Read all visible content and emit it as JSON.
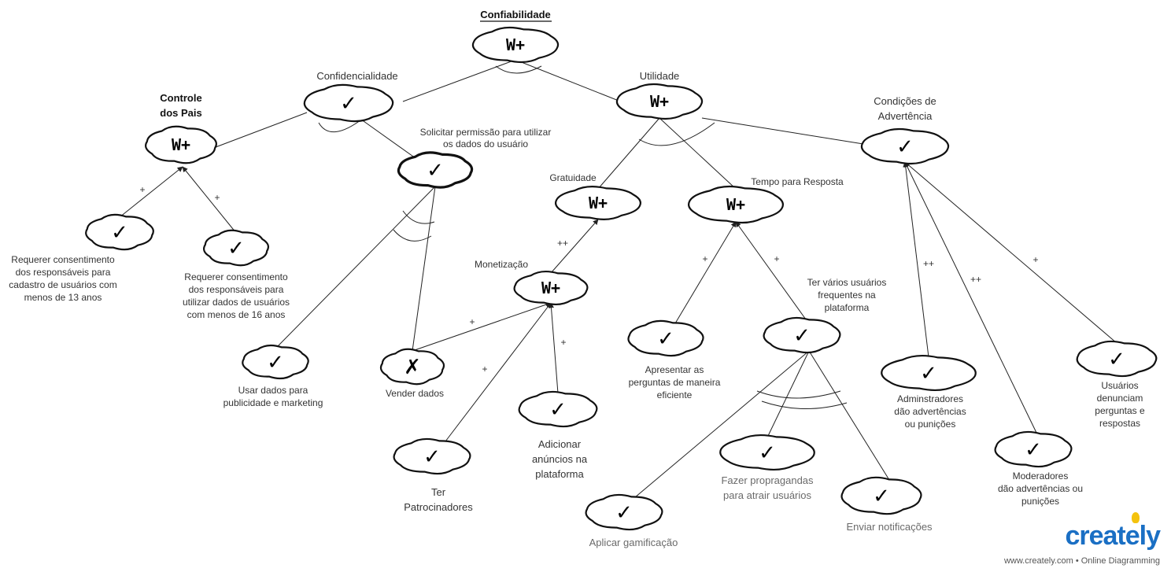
{
  "diagram": {
    "title": "Confiabilidade",
    "marks": {
      "satisfied": "✓",
      "denied": "✗",
      "weak_positive": "W+"
    },
    "nodes": [
      {
        "id": "confiabilidade",
        "mark": "weak_positive",
        "label": []
      },
      {
        "id": "confidencialidade",
        "mark": "satisfied",
        "label": [
          "Confidencialidade"
        ]
      },
      {
        "id": "utilidade",
        "mark": "weak_positive",
        "label": [
          "Utilidade"
        ]
      },
      {
        "id": "controle-pais",
        "mark": "weak_positive",
        "label": [
          "Controle",
          "dos Pais"
        ],
        "bold": true
      },
      {
        "id": "solicitar-permissao",
        "mark": "satisfied",
        "label": [
          "Solicitar permissão para utilizar",
          "os dados do usuário"
        ],
        "bold_outline": true
      },
      {
        "id": "gratuidade",
        "mark": "weak_positive",
        "label": [
          "Gratuidade"
        ]
      },
      {
        "id": "tempo-resposta",
        "mark": "weak_positive",
        "label": [
          "Tempo para Resposta"
        ]
      },
      {
        "id": "condicoes-advertencia",
        "mark": "satisfied",
        "label": [
          "Condições de",
          "Advertência"
        ]
      },
      {
        "id": "consentimento-13",
        "mark": "satisfied",
        "label": [
          "Requerer consentimento",
          "dos responsáveis para",
          "cadastro de usuários com",
          "menos de 13 anos"
        ]
      },
      {
        "id": "consentimento-16",
        "mark": "satisfied",
        "label": [
          "Requerer consentimento",
          "dos responsáveis para",
          "utilizar dados de usuários",
          "com menos de 16 anos"
        ]
      },
      {
        "id": "monetizacao",
        "mark": "weak_positive",
        "label": [
          "Monetização"
        ]
      },
      {
        "id": "usar-dados",
        "mark": "satisfied",
        "label": [
          "Usar dados para",
          "publicidade e marketing"
        ]
      },
      {
        "id": "vender-dados",
        "mark": "denied",
        "label": [
          "Vender dados"
        ]
      },
      {
        "id": "adicionar-anuncios",
        "mark": "satisfied",
        "label": [
          "Adicionar",
          "anúncios na",
          "plataforma"
        ]
      },
      {
        "id": "ter-patrocinadores",
        "mark": "satisfied",
        "label": [
          "Ter",
          "Patrocinadores"
        ]
      },
      {
        "id": "apresentar-perguntas",
        "mark": "satisfied",
        "label": [
          "Apresentar as",
          "perguntas de maneira",
          "eficiente"
        ]
      },
      {
        "id": "usuarios-frequentes",
        "mark": "satisfied",
        "label": [
          "Ter vários usuários",
          "frequentes na",
          "plataforma"
        ]
      },
      {
        "id": "fazer-propagandas",
        "mark": "satisfied",
        "label": [
          "Fazer propragandas",
          "para atrair usuários"
        ]
      },
      {
        "id": "aplicar-gamificacao",
        "mark": "satisfied",
        "label": [
          "Aplicar gamificação"
        ]
      },
      {
        "id": "enviar-notificacoes",
        "mark": "satisfied",
        "label": [
          "Enviar notificações"
        ]
      },
      {
        "id": "admins-advertencias",
        "mark": "satisfied",
        "label": [
          "Adminstradores",
          "dão advertências",
          "ou punições"
        ]
      },
      {
        "id": "moderadores-advertencias",
        "mark": "satisfied",
        "label": [
          "Moderadores",
          "dão advertências ou",
          "punições"
        ]
      },
      {
        "id": "usuarios-denunciam",
        "mark": "satisfied",
        "label": [
          "Usuários",
          "denunciam",
          "perguntas e",
          "respostas"
        ]
      }
    ],
    "edges": [
      {
        "from": "confidencialidade",
        "to": "confiabilidade",
        "label": ""
      },
      {
        "from": "utilidade",
        "to": "confiabilidade",
        "label": ""
      },
      {
        "from": "controle-pais",
        "to": "confidencialidade",
        "label": ""
      },
      {
        "from": "solicitar-permissao",
        "to": "confidencialidade",
        "label": ""
      },
      {
        "from": "consentimento-13",
        "to": "controle-pais",
        "label": "+"
      },
      {
        "from": "consentimento-16",
        "to": "controle-pais",
        "label": "+"
      },
      {
        "from": "usar-dados",
        "to": "solicitar-permissao",
        "label": ""
      },
      {
        "from": "vender-dados",
        "to": "solicitar-permissao",
        "label": ""
      },
      {
        "from": "gratuidade",
        "to": "utilidade",
        "label": ""
      },
      {
        "from": "tempo-resposta",
        "to": "utilidade",
        "label": ""
      },
      {
        "from": "condicoes-advertencia",
        "to": "utilidade",
        "label": ""
      },
      {
        "from": "monetizacao",
        "to": "gratuidade",
        "label": "++"
      },
      {
        "from": "vender-dados",
        "to": "monetizacao",
        "label": "+"
      },
      {
        "from": "adicionar-anuncios",
        "to": "monetizacao",
        "label": "+"
      },
      {
        "from": "ter-patrocinadores",
        "to": "monetizacao",
        "label": "+"
      },
      {
        "from": "apresentar-perguntas",
        "to": "tempo-resposta",
        "label": "+"
      },
      {
        "from": "usuarios-frequentes",
        "to": "tempo-resposta",
        "label": "+"
      },
      {
        "from": "aplicar-gamificacao",
        "to": "usuarios-frequentes",
        "label": ""
      },
      {
        "from": "fazer-propagandas",
        "to": "usuarios-frequentes",
        "label": ""
      },
      {
        "from": "enviar-notificacoes",
        "to": "usuarios-frequentes",
        "label": ""
      },
      {
        "from": "admins-advertencias",
        "to": "condicoes-advertencia",
        "label": "++"
      },
      {
        "from": "moderadores-advertencias",
        "to": "condicoes-advertencia",
        "label": "++"
      },
      {
        "from": "usuarios-denunciam",
        "to": "condicoes-advertencia",
        "label": "+"
      }
    ]
  },
  "branding": {
    "logo": "creately",
    "tagline": "www.creately.com • Online Diagramming"
  }
}
